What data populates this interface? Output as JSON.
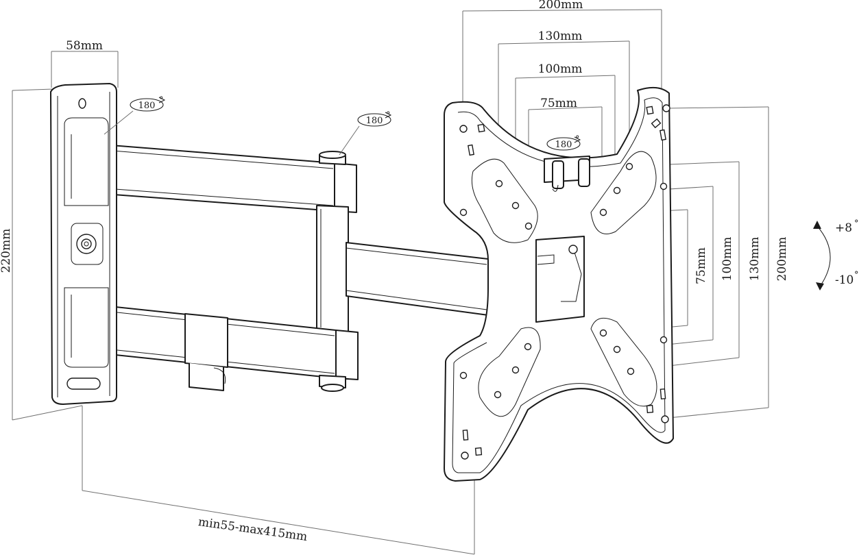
{
  "dimensions": {
    "wall_width": "58mm",
    "wall_height": "220mm",
    "extension": "min55-max415mm",
    "vesa_h_200": "200mm",
    "vesa_h_130": "130mm",
    "vesa_h_100": "100mm",
    "vesa_h_75": "75mm",
    "vesa_v_75": "75mm",
    "vesa_v_100": "100mm",
    "vesa_v_130": "130mm",
    "vesa_v_200": "200mm"
  },
  "rotation": {
    "wall_swivel": "180",
    "arm_swivel": "180",
    "plate_swivel": "180"
  },
  "tilt": {
    "up": "+8",
    "down": "-10"
  }
}
